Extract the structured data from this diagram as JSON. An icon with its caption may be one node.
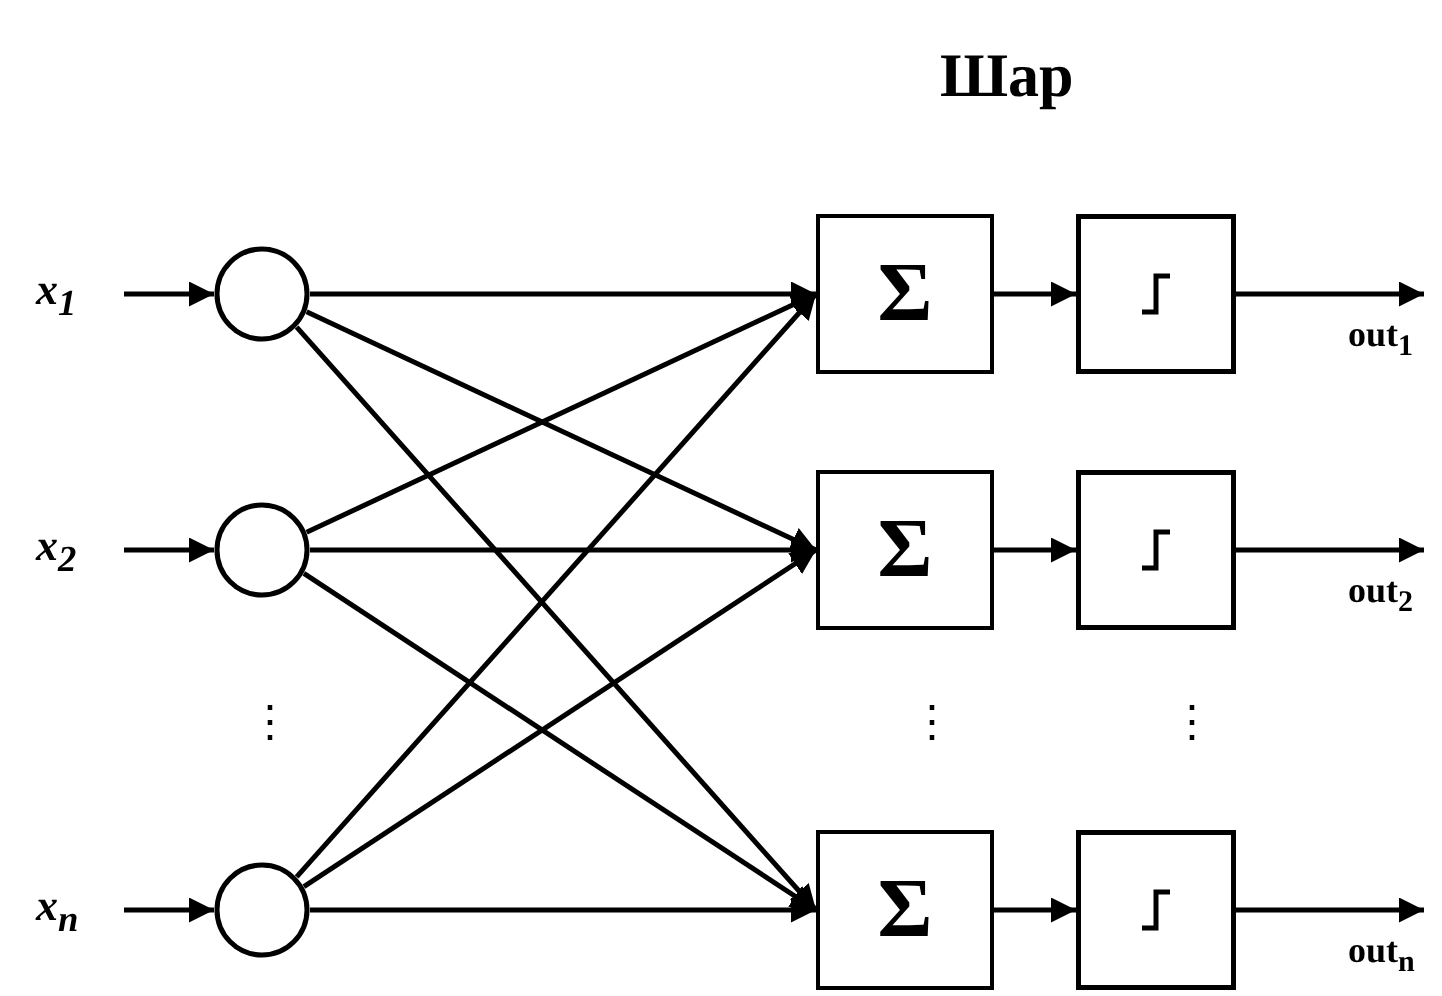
{
  "diagram": {
    "title": "Шар",
    "nodes": [
      {
        "text": [
          "x$_{1}$"
        ]
      },
      {
        "text": [
          "x$_{2}$"
        ]
      },
      {
        "text": [
          "x$_{n}$"
        ]
      },
      {
        "text": [],
        "shape": "circle"
      },
      {
        "text": [],
        "shape": "circle"
      },
      {
        "text": [],
        "shape": "circle"
      },
      {
        "text": [
          "Σ"
        ]
      },
      {
        "text": [
          "Σ"
        ]
      },
      {
        "text": [
          "Σ"
        ]
      },
      {
        "text": [],
        "shape": "box"
      },
      {
        "text": [],
        "shape": "box"
      },
      {
        "text": [],
        "shape": "box"
      }
    ],
    "edges": [
      {
        "from": 0,
        "to": 3,
        "arrow": "to"
      },
      {
        "from": 1,
        "to": 4,
        "arrow": "to"
      },
      {
        "from": 2,
        "to": 5,
        "arrow": "to"
      },
      {
        "from": 3,
        "to": 6,
        "arrow": "to"
      },
      {
        "from": 3,
        "to": 7,
        "arrow": "to"
      },
      {
        "from": 3,
        "to": 8,
        "arrow": "to"
      },
      {
        "from": 4,
        "to": 6,
        "arrow": "to"
      },
      {
        "from": 4,
        "to": 7,
        "arrow": "to"
      },
      {
        "from": 4,
        "to": 8,
        "arrow": "to"
      },
      {
        "from": 5,
        "to": 6,
        "arrow": "to"
      },
      {
        "from": 5,
        "to": 7,
        "arrow": "to"
      },
      {
        "from": 5,
        "to": 8,
        "arrow": "to"
      },
      {
        "from": 6,
        "to": 9,
        "arrow": "to"
      },
      {
        "from": 7,
        "to": 10,
        "arrow": "to"
      },
      {
        "from": 8,
        "to": 11,
        "arrow": "to"
      },
      {
        "from": 9,
        "to": null,
        "arrow": "to",
        "label": "out$_{1}$"
      },
      {
        "from": 10,
        "to": null,
        "arrow": "to",
        "label": "out$_{2}$"
      },
      {
        "from": 11,
        "to": null,
        "arrow": "to",
        "label": "out$_{n}$"
      }
    ],
    "labels": [
      "⋮",
      "⋮",
      "⋮"
    ]
  }
}
